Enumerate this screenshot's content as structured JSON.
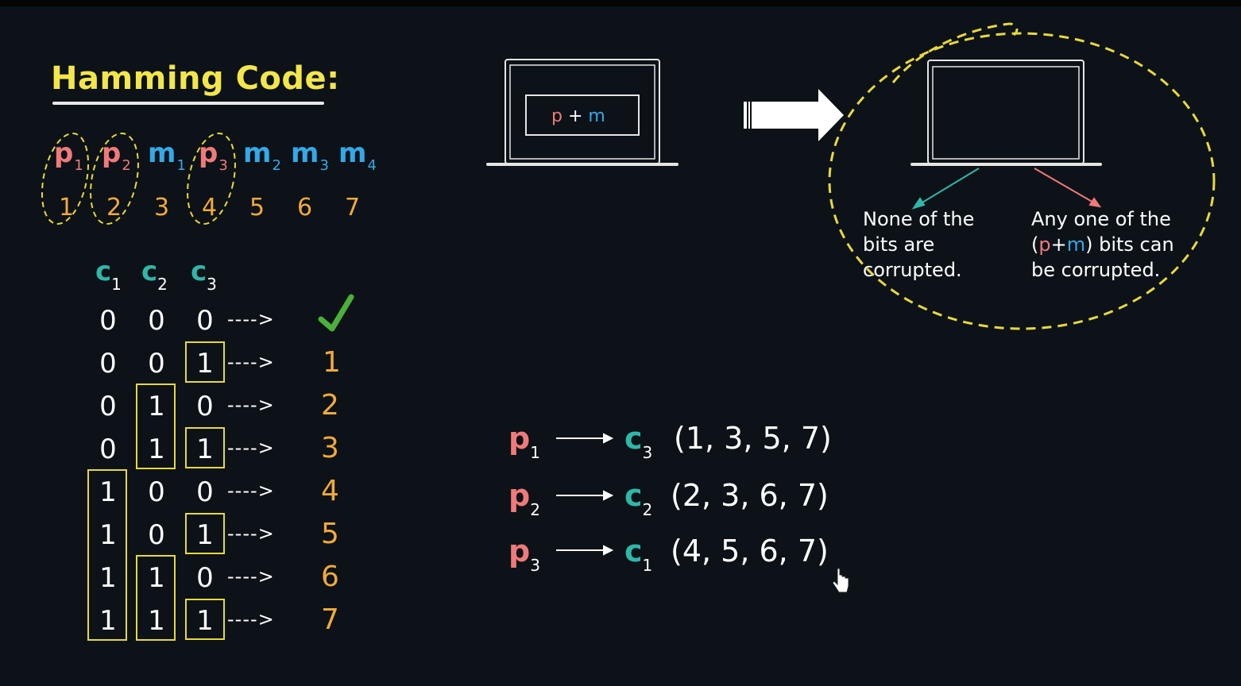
{
  "title": "Hamming Code:",
  "bits": [
    {
      "sym": "p",
      "sub": "1",
      "kind": "parity",
      "pos": "1"
    },
    {
      "sym": "p",
      "sub": "2",
      "kind": "parity",
      "pos": "2"
    },
    {
      "sym": "m",
      "sub": "1",
      "kind": "message",
      "pos": "3"
    },
    {
      "sym": "p",
      "sub": "3",
      "kind": "parity",
      "pos": "4"
    },
    {
      "sym": "m",
      "sub": "2",
      "kind": "message",
      "pos": "5"
    },
    {
      "sym": "m",
      "sub": "3",
      "kind": "message",
      "pos": "6"
    },
    {
      "sym": "m",
      "sub": "4",
      "kind": "message",
      "pos": "7"
    }
  ],
  "check_headers": [
    {
      "sym": "c",
      "sub": "1"
    },
    {
      "sym": "c",
      "sub": "2"
    },
    {
      "sym": "c",
      "sub": "3"
    }
  ],
  "table": {
    "arrow": "---->",
    "check_mark": "✓",
    "rows": [
      {
        "bits": [
          "0",
          "0",
          "0"
        ],
        "result": "✓"
      },
      {
        "bits": [
          "0",
          "0",
          "1"
        ],
        "result": "1"
      },
      {
        "bits": [
          "0",
          "1",
          "0"
        ],
        "result": "2"
      },
      {
        "bits": [
          "0",
          "1",
          "1"
        ],
        "result": "3"
      },
      {
        "bits": [
          "1",
          "0",
          "0"
        ],
        "result": "4"
      },
      {
        "bits": [
          "1",
          "0",
          "1"
        ],
        "result": "5"
      },
      {
        "bits": [
          "1",
          "1",
          "0"
        ],
        "result": "6"
      },
      {
        "bits": [
          "1",
          "1",
          "1"
        ],
        "result": "7"
      }
    ]
  },
  "laptop": {
    "label_p": "p",
    "label_plus": "+",
    "label_m": "m"
  },
  "notes": {
    "left": "None of the bits are corrupted.",
    "right_prefix": "Any one of the",
    "right_open": "(",
    "right_p": "p",
    "right_plus": "+",
    "right_m": "m",
    "right_close": ") bits can",
    "right_suffix": "be corrupted."
  },
  "mappings": [
    {
      "p": "p",
      "psub": "1",
      "c": "c",
      "csub": "3",
      "positions": "(1, 3, 5, 7)"
    },
    {
      "p": "p",
      "psub": "2",
      "c": "c",
      "csub": "2",
      "positions": "(2, 3, 6, 7)"
    },
    {
      "p": "p",
      "psub": "3",
      "c": "c",
      "csub": "1",
      "positions": "(4, 5, 6, 7)"
    }
  ],
  "colors": {
    "background": "#0c1217",
    "title": "#f2e64a",
    "parity": "#f07a7a",
    "message": "#33a9e8",
    "check": "#2fb7a9",
    "position": "#f2a93a",
    "highlight_box": "#e7d93c",
    "checkmark": "#4caf3a"
  },
  "icons": [
    "check-icon",
    "right-arrow-icon",
    "laptop-icon",
    "hand-cursor-icon"
  ]
}
